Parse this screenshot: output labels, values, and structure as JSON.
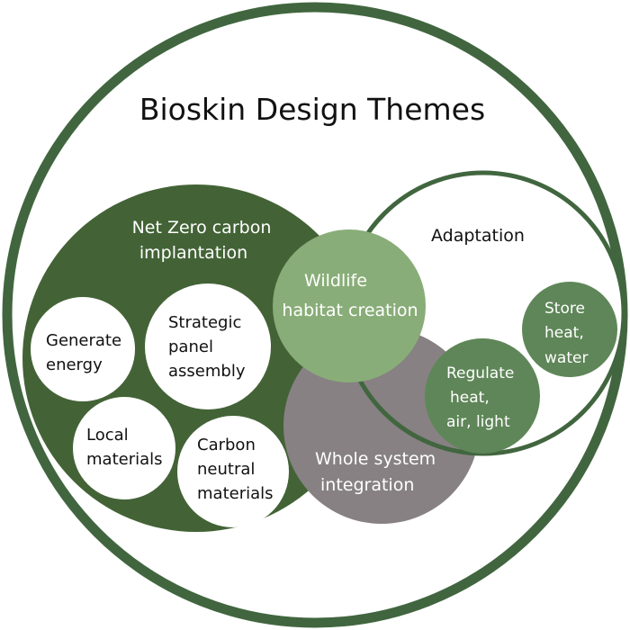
{
  "title": "Bioskin Design Themes",
  "colors": {
    "background": "#ffffff",
    "outer_ring": "#41663f",
    "net_zero": "#436336",
    "adaptation_ring": "#41663f",
    "wildlife": "#89ad78",
    "whole_system": "#878183",
    "adaptation_subtheme": "#5f8658",
    "net_zero_subtheme": "#ffffff",
    "text_dark": "#111111",
    "text_light": "#ffffff"
  },
  "themes": {
    "net_zero": {
      "label_lines": [
        "Net Zero carbon",
        "implantation"
      ]
    },
    "adaptation": {
      "label_lines": [
        "Adaptation"
      ]
    },
    "wildlife": {
      "label_lines": [
        "Wildlife",
        "habitat creation"
      ]
    },
    "whole_system": {
      "label_lines": [
        "Whole system",
        "integration"
      ]
    }
  },
  "net_zero_subthemes": [
    {
      "label_lines": [
        "Generate",
        "energy"
      ]
    },
    {
      "label_lines": [
        "Strategic",
        "panel",
        "assembly"
      ]
    },
    {
      "label_lines": [
        "Local",
        "materials"
      ]
    },
    {
      "label_lines": [
        "Carbon",
        "neutral",
        "materials"
      ]
    }
  ],
  "adaptation_subthemes": [
    {
      "label_lines": [
        "Store",
        "heat,",
        "water"
      ]
    },
    {
      "label_lines": [
        "Regulate",
        "heat,",
        "air, light"
      ]
    }
  ]
}
